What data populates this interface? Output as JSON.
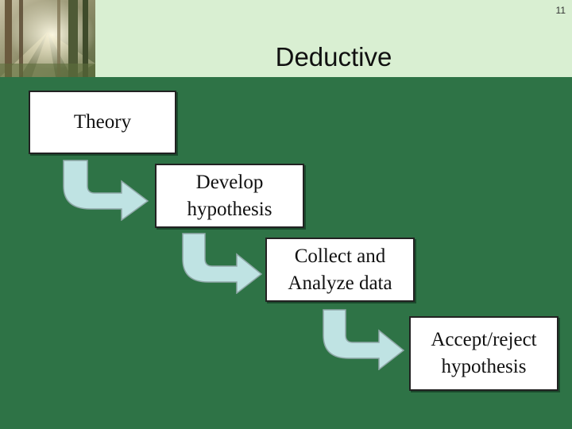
{
  "slide_number": "11",
  "title": "Deductive",
  "steps": [
    {
      "label": "Theory"
    },
    {
      "label": "Develop\nhypothesis"
    },
    {
      "label": "Collect and\nAnalyze data"
    },
    {
      "label": "Accept/reject\nhypothesis"
    }
  ],
  "colors": {
    "background": "#2e7346",
    "header": "#d9efd2",
    "arrow_fill": "#bfe3e3",
    "box": "#ffffff"
  },
  "icons": {
    "header_image": "forest-sunlight-image",
    "connector": "bent-arrow-icon"
  }
}
